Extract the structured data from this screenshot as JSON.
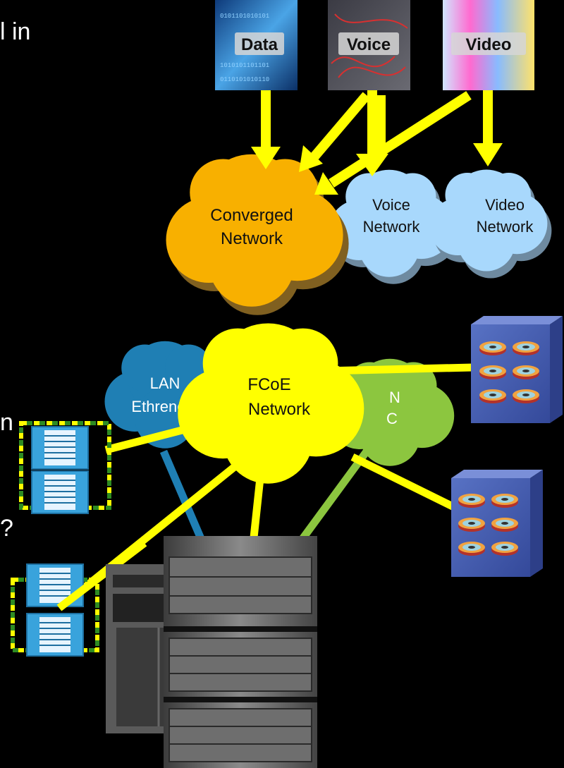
{
  "left_text_fragments": [
    "l in",
    "n",
    "?"
  ],
  "media_tiles": [
    {
      "label": "Data",
      "icon": "binary-data-icon"
    },
    {
      "label": "Voice",
      "icon": "patch-cables-icon"
    },
    {
      "label": "Video",
      "icon": "video-wall-icon"
    }
  ],
  "clouds": {
    "converged": {
      "line1": "Converged",
      "line2": "Network"
    },
    "voice": {
      "line1": "Voice",
      "line2": "Network"
    },
    "video": {
      "line1": "Video",
      "line2": "Network"
    },
    "lan": {
      "line1": "LAN",
      "line2": "Ethrenet"
    },
    "san": {
      "line1": "N",
      "line2": "C"
    },
    "fcoe": {
      "line1": "FCoE",
      "line2": "Network"
    }
  },
  "colors": {
    "background": "#000000",
    "arrow": "#ffff00",
    "converged_cloud": "#f8b000",
    "voice_video_cloud": "#a8d8fc",
    "lan_cloud": "#1f7fb4",
    "san_cloud": "#8cc63f",
    "fcoe_cloud": "#ffff00",
    "storage": "#4a62b0",
    "switch": "#3ea8df"
  }
}
